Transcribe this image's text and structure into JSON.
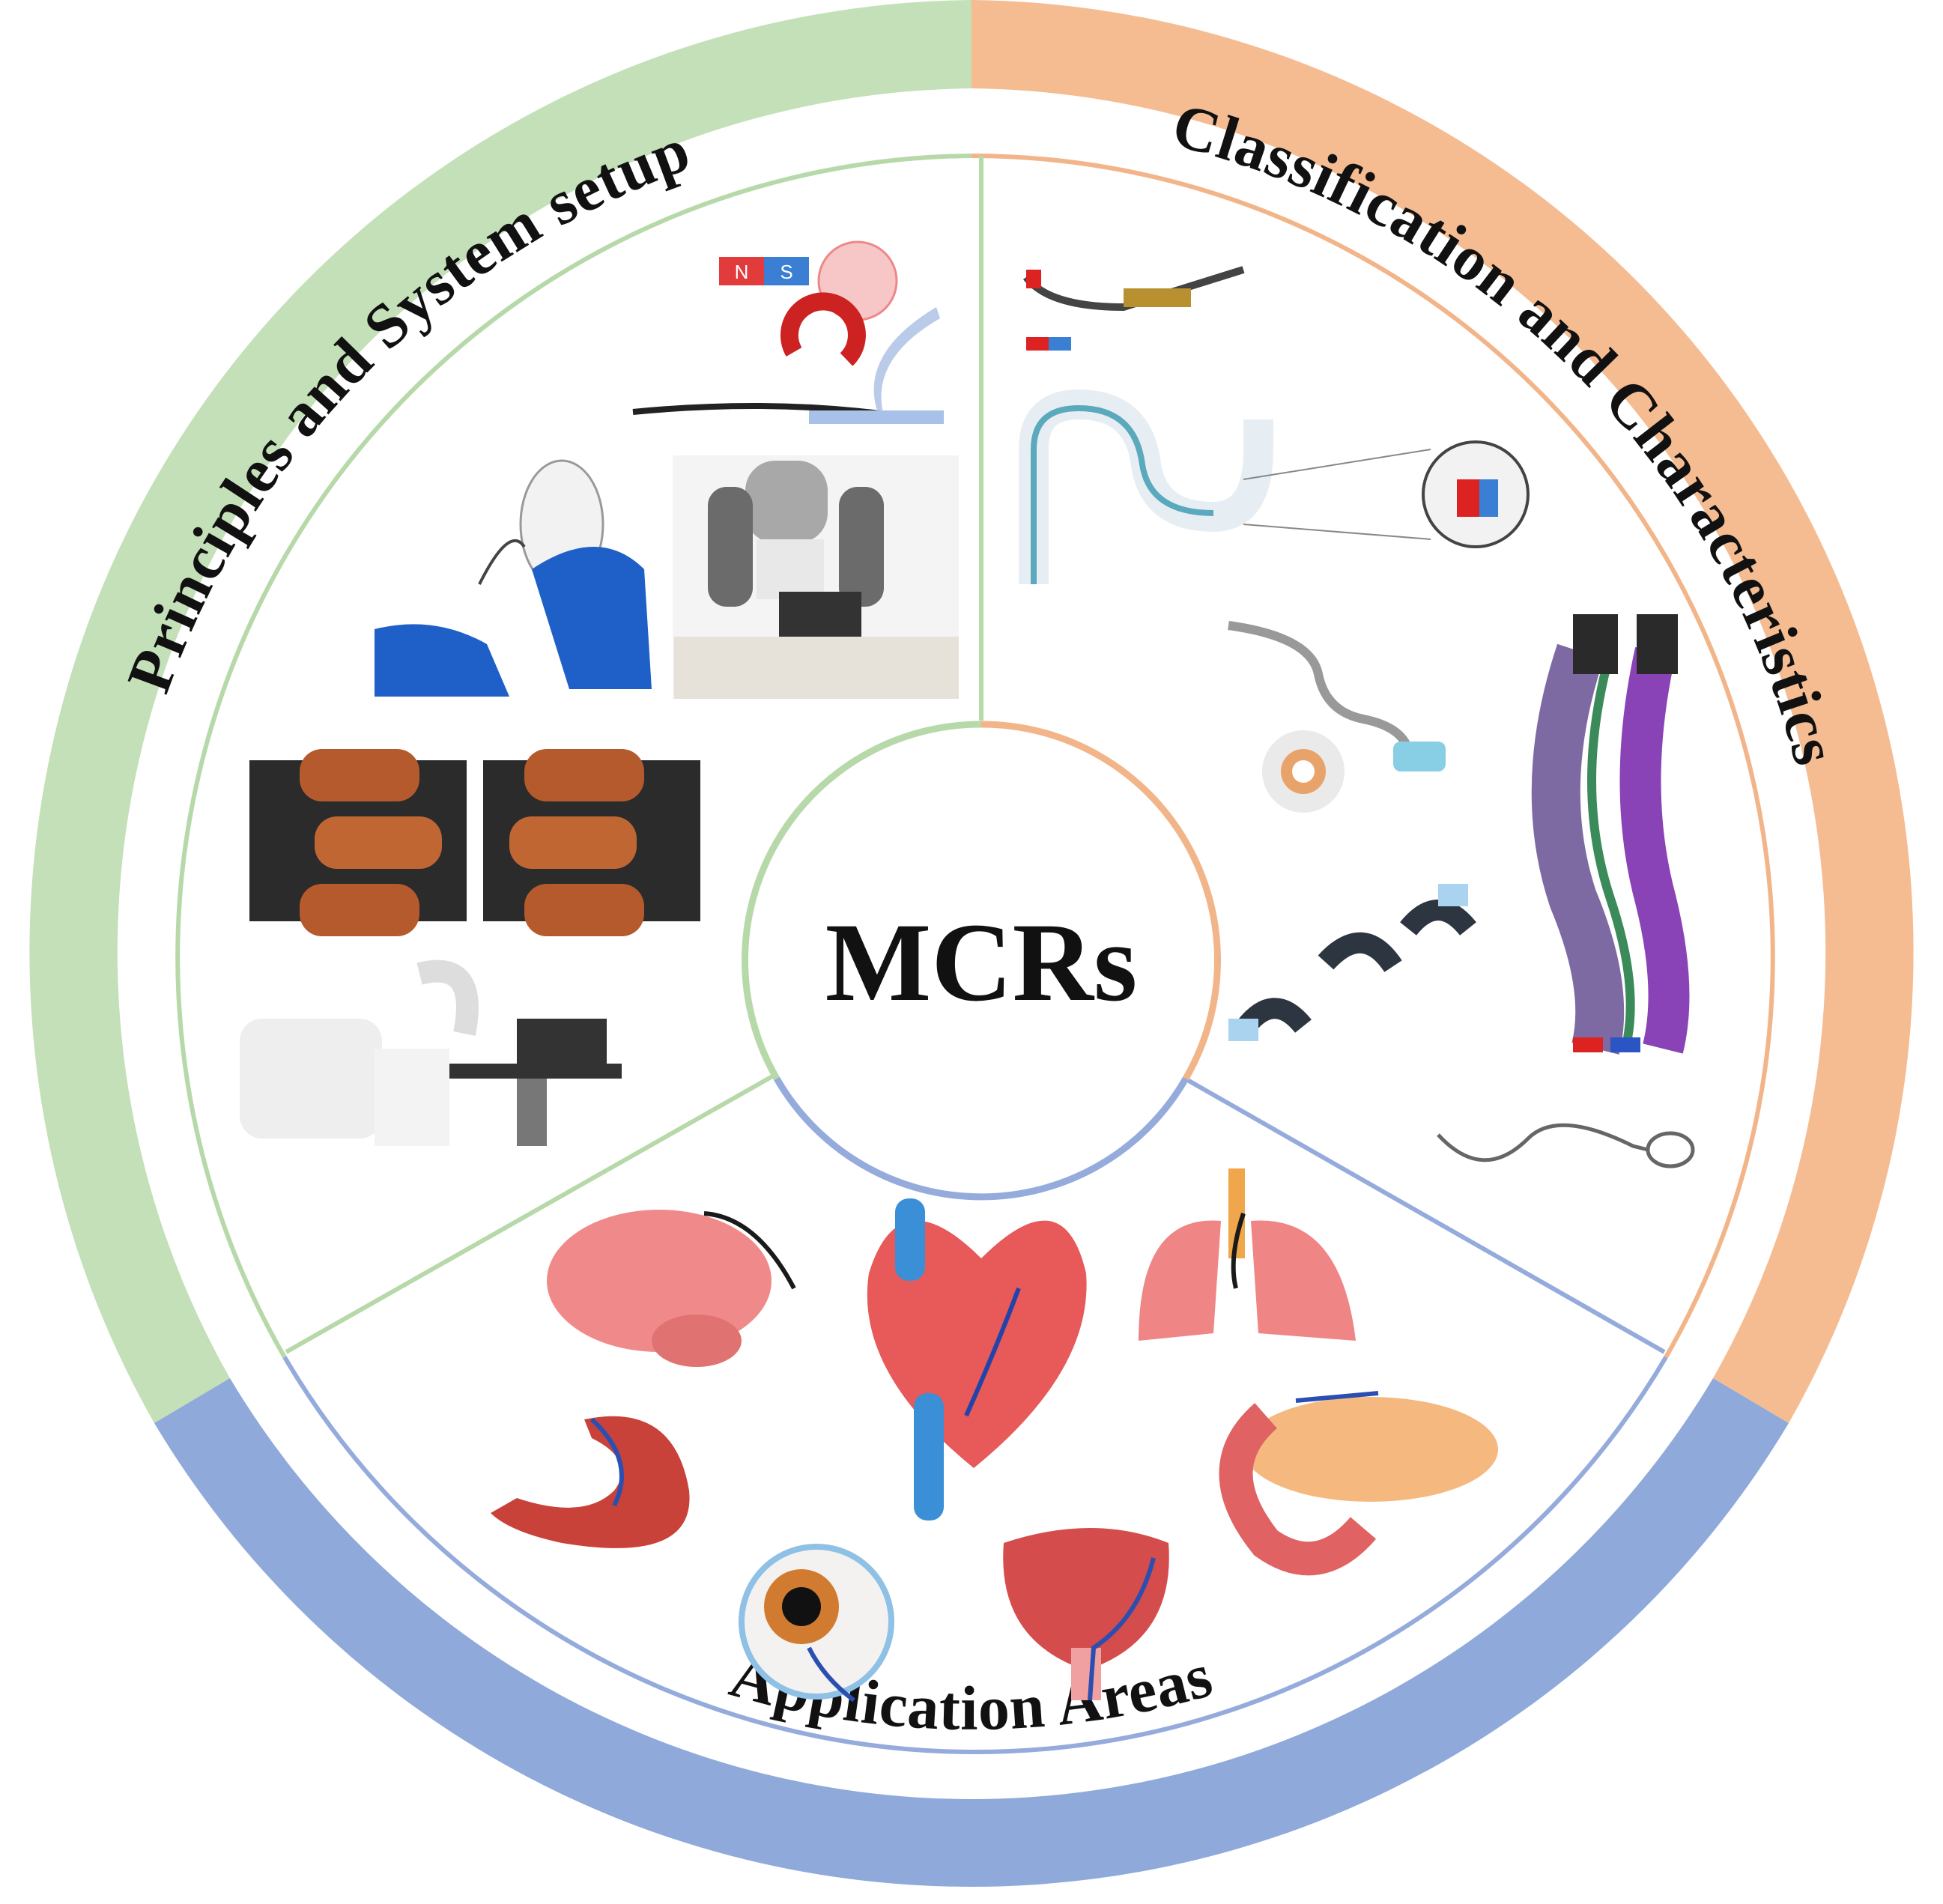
{
  "center": {
    "label": "MCRs"
  },
  "colors": {
    "green": "#c3e0b8",
    "orange": "#f5bc92",
    "blue": "#8fa9da",
    "green_line": "#b7d9aa",
    "orange_line": "#f2b58a",
    "blue_line": "#94abdb"
  },
  "sections": [
    {
      "id": "principles",
      "label": "Principles and System setup",
      "color": "green",
      "illustrations": [
        "magnetic-actuation-icon",
        "handheld-magnet-guidewire-icon",
        "robotic-arm-icon",
        "electromagnetic-coil-system-icon",
        "clinical-imaging-suite-icon"
      ]
    },
    {
      "id": "classification",
      "label": "Classification and Characteristics",
      "color": "orange",
      "illustrations": [
        "magnetic-tip-catheter-icon",
        "steerable-catheter-icon",
        "soft-continuum-robot-icon",
        "multi-lumen-catheter-icon",
        "magnetic-soft-film-robot-icon",
        "microwire-icon"
      ]
    },
    {
      "id": "applications",
      "label": "Application Areas",
      "color": "blue",
      "illustrations": [
        "brain-icon",
        "heart-icon",
        "lung-icon",
        "stomach-icon",
        "pancreas-icon",
        "eye-icon",
        "bladder-icon"
      ]
    }
  ]
}
